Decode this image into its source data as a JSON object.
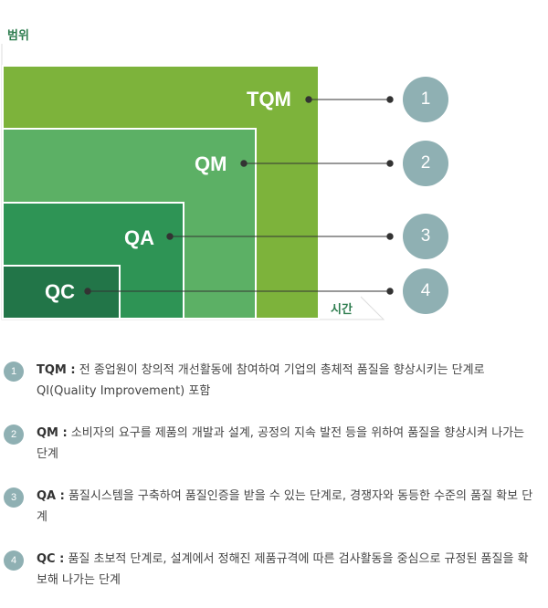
{
  "axes": {
    "y_label": "범위",
    "x_label": "시간"
  },
  "levels": [
    {
      "label": "TQM",
      "number": "1",
      "color": "#7db33b"
    },
    {
      "label": "QM",
      "number": "2",
      "color": "#5cb065"
    },
    {
      "label": "QA",
      "number": "3",
      "color": "#2e9455"
    },
    {
      "label": "QC",
      "number": "4",
      "color": "#227548"
    }
  ],
  "descriptions": [
    {
      "number": "1",
      "term": "TQM :",
      "text": " 전 종업원이 창의적 개선활동에 참여하여 기업의 총체적 품질을 향상시키는 단계로 QI(Quality Improvement) 포함"
    },
    {
      "number": "2",
      "term": "QM :",
      "text": " 소비자의 요구를 제품의 개발과 설계, 공정의 지속 발전 등을 위하여 품질을 향상시켜 나가는 단계"
    },
    {
      "number": "3",
      "term": "QA :",
      "text": " 품질시스템을 구축하여 품질인증을 받을 수 있는 단계로, 경쟁자와 동등한 수준의 품질 확보 단계"
    },
    {
      "number": "4",
      "term": "QC :",
      "text": " 품질 초보적 단계로, 설계에서 정해진 제품규격에 따른 검사활동을 중심으로 규정된 품질을 확보해 나가는 단계"
    }
  ]
}
